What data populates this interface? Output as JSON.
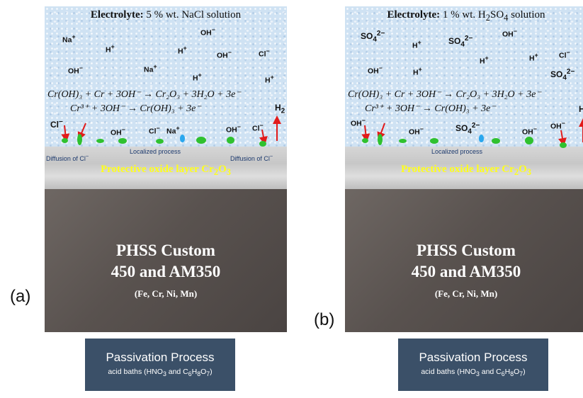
{
  "panel_a": {
    "title_prefix": "Electrolyte:",
    "title_solution": "5 % wt. NaCl solution",
    "ions": {
      "na_1": "Na",
      "na_2": "Na",
      "na_3": "Na",
      "oh_1": "OH",
      "oh_2": "OH",
      "oh_3": "OH",
      "h_1": "H",
      "h_2": "H",
      "h_3": "H",
      "h_4": "H",
      "cl_1": "Cl",
      "surf_cl_1": "Cl",
      "surf_oh_1": "OH",
      "surf_cl_2": "Cl",
      "surf_oh_2": "OH",
      "surf_cl_3": "Cl",
      "h2": "H"
    },
    "eq1": "Cr(OH)₃ + Cr + 3OH⁻ → Cr₂O₃ + 3H₂O + 3e⁻",
    "eq2": "Cr³⁺ + 3OH⁻ → Cr(OH)₃ + 3e⁻",
    "label_diffusion_left": "Diffusion of Cl",
    "label_localized": "Localized process",
    "label_diffusion_right": "Diffusion of Cl",
    "oxide_prefix": "Protective oxide layer Cr",
    "substrate_line1": "PHSS Custom",
    "substrate_line2": "450 and AM350",
    "substrate_line3": "(Fe, Cr, Ni, Mn)",
    "tag": "(a)"
  },
  "panel_b": {
    "title_prefix": "Electrolyte:",
    "title_solution_pre": "1 % wt. H",
    "title_solution_post": "SO",
    "title_solution_end": "solution",
    "ions": {
      "so4_1": "SO",
      "so4_2": "SO",
      "so4_3": "SO",
      "surf_so4": "SO",
      "h_1": "H",
      "h_2": "H",
      "h_3": "H",
      "h_4": "H",
      "oh_1": "OH",
      "oh_2": "OH",
      "cl_1": "Cl",
      "surf_oh_1": "OH",
      "surf_oh_2": "OH",
      "surf_oh_3": "OH",
      "surf_oh_4": "OH",
      "h2": "H"
    },
    "eq1": "Cr(OH)₃ + Cr + 3OH⁻ → Cr₂O₃ + 3H₂O + 3e⁻",
    "eq2": "Cr³⁺ + 3OH⁻ → Cr(OH)₃ + 3e⁻",
    "label_localized": "Localized process",
    "oxide_prefix": "Protective oxide layer Cr",
    "substrate_line1": "PHSS Custom",
    "substrate_line2": "450 and AM350",
    "substrate_line3": "(Fe, Cr, Ni, Mn)",
    "tag": "(b)"
  },
  "passivation": {
    "title": "Passivation Process",
    "sub_pre": "acid baths (HNO",
    "sub_mid": "and C",
    "sub_h": "H",
    "sub_o": "O",
    "sub_end": ")"
  },
  "colors": {
    "electrolyte": "#cfe2f3",
    "oxide_text": "#ffff1a",
    "substrate": "#59524f",
    "passivation_box": "#3b5068",
    "arrow": "#e21b1b",
    "deposit": "#2fc12f",
    "droplet": "#2aa7ee"
  }
}
